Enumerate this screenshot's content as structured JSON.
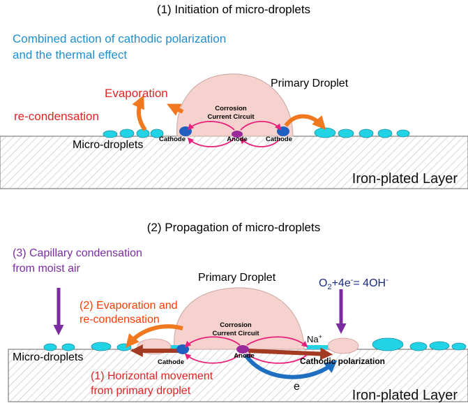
{
  "panel1": {
    "title": "(1) Initiation of micro-droplets",
    "combined_line1": "Combined action of cathodic polarization",
    "combined_line2": "and the thermal effect",
    "evaporation": "Evaporation",
    "recondensation": "re-condensation",
    "primary_droplet": "Primary Droplet",
    "circuit_line1": "Corrosion",
    "circuit_line2": "Current Circuit",
    "cathode_left": "Cathode",
    "anode": "Anode",
    "cathode_right": "Cathode",
    "micro_droplets": "Micro-droplets",
    "layer": "Iron-plated Layer"
  },
  "panel2": {
    "title": "(2)  Propagation of micro-droplets",
    "capillary_line1": "(3) Capillary condensation",
    "capillary_line2": "from moist air",
    "primary_droplet": "Primary Droplet",
    "o2_o": "O",
    "o2_sub": "2",
    "o2_mid": "+4e",
    "o2_sup": "-",
    "o2_end": "= 4OH",
    "o2_sup2": "-",
    "evap_line1": "(2) Evaporation and",
    "evap_line2": "re-condensation",
    "circuit_line1": "Corrosion",
    "circuit_line2": "Current Circuit",
    "na": "Na",
    "na_sup": "+",
    "micro_droplets": "Micro-droplets",
    "cathode": "Cathode",
    "anode": "Anode",
    "cathodic_polarization": "Cathodic polarization",
    "horizontal_line1": "(1) Horizontal movement",
    "horizontal_line2": "from primary droplet",
    "electron": "e",
    "layer": "Iron-plated Layer"
  },
  "colors": {
    "droplet_fill": "#f6d2ce",
    "micro_droplet": "#22d3e6",
    "electrode": "#1f5fc0",
    "anode_spot": "#9a2a9a",
    "circuit": "#e8207a",
    "orange_arrow": "#f07820",
    "purple_arrow": "#7a2ca0",
    "brown_arrow": "#a33a22",
    "blue_arrow": "#1f6fc0"
  }
}
